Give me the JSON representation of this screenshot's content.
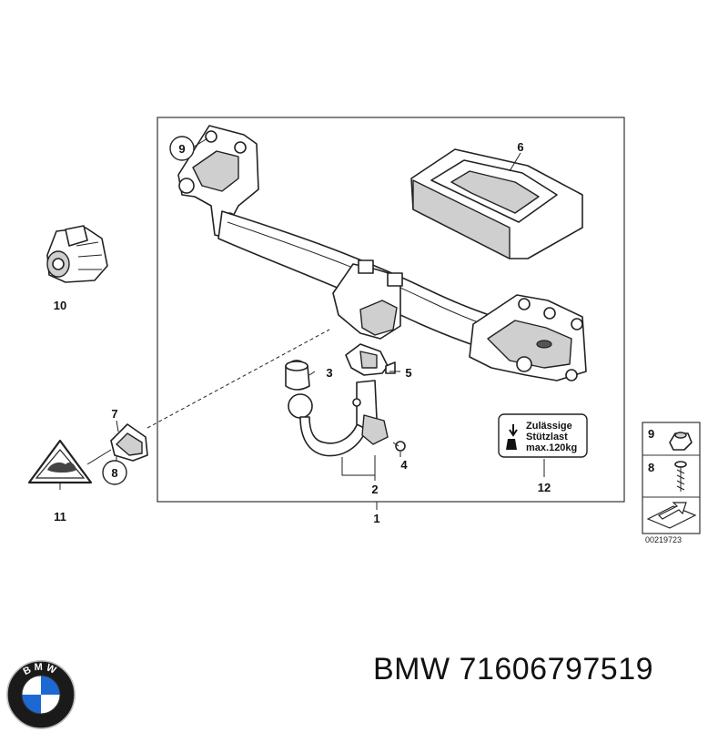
{
  "diagram": {
    "callouts": {
      "c1": "1",
      "c2": "2",
      "c3": "3",
      "c4": "4",
      "c5": "5",
      "c6": "6",
      "c7": "7",
      "c8": "8",
      "c9": "9",
      "c10": "10",
      "c11": "11",
      "c12": "12",
      "legend_9": "9",
      "legend_8": "8"
    },
    "warning_label": {
      "line1": "Zulässige",
      "line2": "Stützlast",
      "line3": "max.120kg"
    },
    "reference_number": "00219723"
  },
  "footer": {
    "brand_text": "BMW 71606797519",
    "logo_letters": "BMW"
  },
  "colors": {
    "line": "#222222",
    "shade": "#cfcfcf",
    "bmw_blue": "#1c69d4",
    "bmw_black": "#1a1a1a"
  }
}
